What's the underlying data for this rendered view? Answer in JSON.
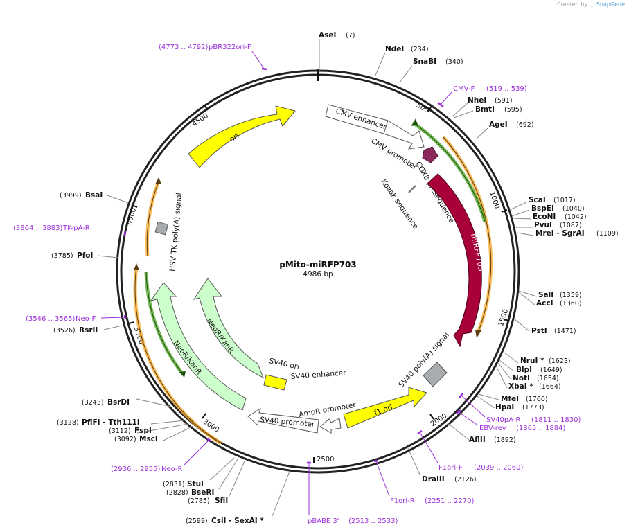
{
  "credit": {
    "prefix": "Created by",
    "brand": "SnapGene"
  },
  "plasmid": {
    "name": "pMito-miRFP703",
    "length": "4986 bp"
  },
  "ticks": [
    "500",
    "1000",
    "1500",
    "2000",
    "2500",
    "3000",
    "3500",
    "4000",
    "4500"
  ],
  "sites": [
    {
      "name": "AseI",
      "pos": "(7)"
    },
    {
      "name": "NdeI",
      "pos": "(234)"
    },
    {
      "name": "SnaBI",
      "pos": "(340)"
    },
    {
      "name": "NheI",
      "pos": "(591)"
    },
    {
      "name": "BmtI",
      "pos": "(595)"
    },
    {
      "name": "AgeI",
      "pos": "(692)"
    },
    {
      "name": "ScaI",
      "pos": "(1017)"
    },
    {
      "name": "BspEI",
      "pos": "(1040)"
    },
    {
      "name": "EcoNI",
      "pos": "(1042)"
    },
    {
      "name": "PvuI",
      "pos": "(1087)"
    },
    {
      "name": "MreI  - SgrAI",
      "pos": "(1109)"
    },
    {
      "name": "SalI",
      "pos": "(1359)"
    },
    {
      "name": "AccI",
      "pos": "(1360)"
    },
    {
      "name": "PstI",
      "pos": "(1471)"
    },
    {
      "name": "NruI *",
      "pos": "(1623)"
    },
    {
      "name": "BlpI",
      "pos": "(1649)"
    },
    {
      "name": "NotI",
      "pos": "(1654)"
    },
    {
      "name": "XbaI *",
      "pos": "(1664)"
    },
    {
      "name": "MfeI",
      "pos": "(1760)"
    },
    {
      "name": "HpaI",
      "pos": "(1773)"
    },
    {
      "name": "AflII",
      "pos": "(1892)"
    },
    {
      "name": "DraIII",
      "pos": "(2126)"
    },
    {
      "name": "CsiI  - SexAI *",
      "pos": "(2599)"
    },
    {
      "name": "SfiI",
      "pos": "(2785)"
    },
    {
      "name": "BseRI",
      "pos": "(2828)"
    },
    {
      "name": "StuI",
      "pos": "(2831)"
    },
    {
      "name": "MscI",
      "pos": "(3092)"
    },
    {
      "name": "FspI",
      "pos": "(3112)"
    },
    {
      "name": "PflFI  - Tth111I",
      "pos": "(3128)"
    },
    {
      "name": "BsrDI",
      "pos": "(3243)"
    },
    {
      "name": "RsrII",
      "pos": "(3526)"
    },
    {
      "name": "PfoI",
      "pos": "(3785)"
    },
    {
      "name": "BsaI",
      "pos": "(3999)"
    }
  ],
  "primers": [
    {
      "name": "pBR322ori-F",
      "range": "(4773 .. 4792)"
    },
    {
      "name": "CMV-F",
      "range": "(519 .. 539)"
    },
    {
      "name": "SV40pA-R",
      "range": "(1811 .. 1830)"
    },
    {
      "name": "EBV-rev",
      "range": "(1865 .. 1884)"
    },
    {
      "name": "F1ori-F",
      "range": "(2039 .. 2060)"
    },
    {
      "name": "F1ori-R",
      "range": "(2251 .. 2270)"
    },
    {
      "name": "pBABE 3'",
      "range": "(2513 .. 2533)"
    },
    {
      "name": "Neo-R",
      "range": "(2936 .. 2955)"
    },
    {
      "name": "Neo-F",
      "range": "(3546 .. 3565)"
    },
    {
      "name": "TK-pA-R",
      "range": "(3864 .. 3883)"
    }
  ],
  "features": {
    "cmv_enhancer": "CMV enhancer",
    "cmv_promoter": "CMV promoter",
    "cox8": "COX8 presequence",
    "kozak": "Kozak sequence",
    "mirfp": "miRFP703",
    "sv40_polya": "SV40 poly(A) signal",
    "f1_ori": "f1 ori",
    "ampr_promoter": "AmpR promoter",
    "sv40_promoter": "SV40 promoter",
    "sv40_enhancer": "SV40 enhancer",
    "sv40_ori": "SV40 ori",
    "neor_inner": "NeoR/KanR",
    "neor_outer": "NeoR/KanR",
    "hsv_tk": "HSV TK poly(A) signal",
    "ori": "ori"
  },
  "colors": {
    "backbone": "#222222",
    "primer": "#9b30d9",
    "ori": "#ffff00",
    "mirfp": "#a8003b",
    "cox8": "#8b2a5a",
    "neor": "#ccffcc",
    "promoter": "#ffffff",
    "polya": "#a9acaf",
    "orf_orange": "#f5a623",
    "orf_green": "#3a9a10"
  }
}
